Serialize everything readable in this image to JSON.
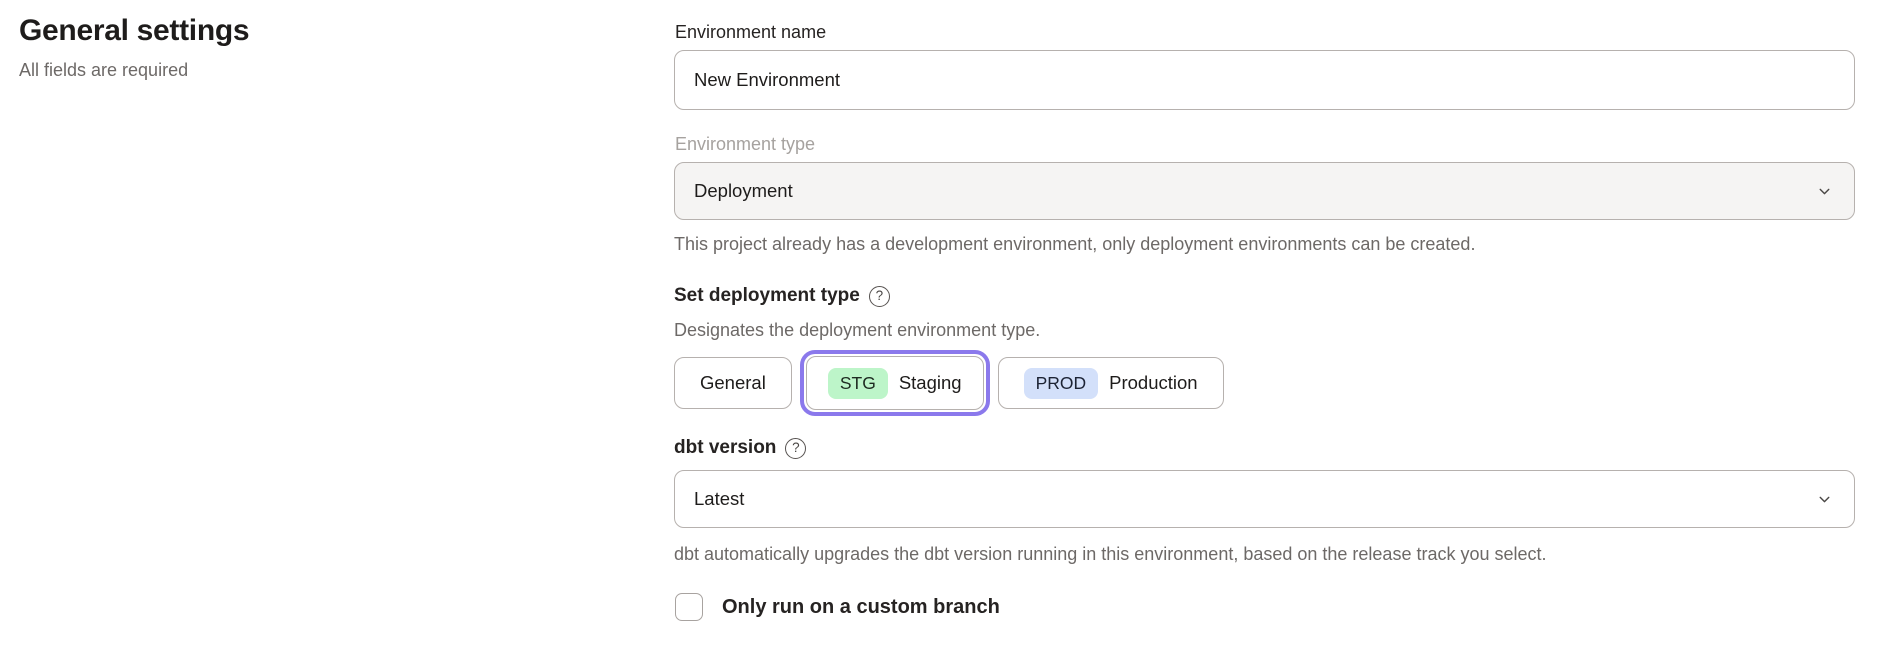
{
  "page": {
    "heading": "General settings",
    "subheading": "All fields are required"
  },
  "form": {
    "environment_name": {
      "label": "Environment name",
      "value": "New Environment"
    },
    "environment_type": {
      "label": "Environment type",
      "value": "Deployment",
      "disabled": true,
      "helper": "This project already has a development environment, only deployment environments can be created."
    },
    "deployment_type": {
      "label": "Set deployment type",
      "helper": "Designates the deployment environment type.",
      "options": [
        {
          "label": "General",
          "badge": "",
          "selected": false
        },
        {
          "label": "Staging",
          "badge": "STG",
          "selected": true,
          "badge_color": "#bdf5c9"
        },
        {
          "label": "Production",
          "badge": "PROD",
          "selected": false,
          "badge_color": "#d3e0fa"
        }
      ]
    },
    "dbt_version": {
      "label": "dbt version",
      "value": "Latest",
      "helper": "dbt automatically upgrades the dbt version running in this environment, based on the release track you select."
    },
    "custom_branch": {
      "label": "Only run on a custom branch",
      "checked": false
    }
  },
  "icons": {
    "help_glyph": "?"
  },
  "colors": {
    "selected_ring_purple": "#8b79ec",
    "staging_badge_green": "#bdf5c9",
    "production_badge_blue": "#d3e0fa",
    "border_gray": "#b6b1ae",
    "helper_gray": "#6d6967",
    "disabled_label_gray": "#a6a29f",
    "disabled_field_bg": "#f5f4f3",
    "text_dark": "#1e1c1b"
  }
}
